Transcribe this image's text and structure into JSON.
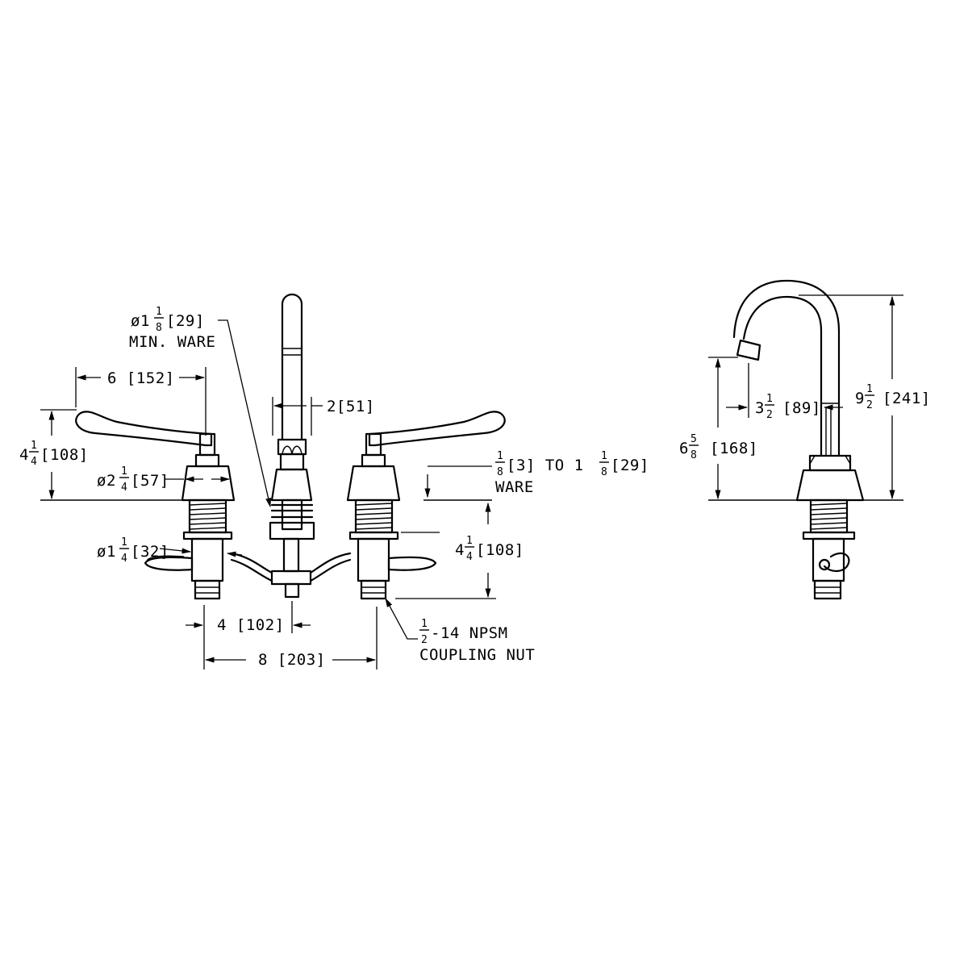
{
  "colors": {
    "line": "#000000",
    "background": "#ffffff"
  },
  "dims": {
    "ware_dia": {
      "prefix": "ø1",
      "num": "1",
      "den": "8",
      "suffix": "[29]",
      "note": "MIN. WARE"
    },
    "handle_reach": "6 [152]",
    "handle_height": {
      "whole": "4",
      "num": "1",
      "den": "4",
      "suffix": "[108]"
    },
    "spout_dia": "2[51]",
    "escutcheon_dia": {
      "prefix": "ø2",
      "num": "1",
      "den": "4",
      "suffix": "[57]"
    },
    "shank_dia": {
      "prefix": "ø1",
      "num": "1",
      "den": "4",
      "suffix": "[32]"
    },
    "ware_thickness": {
      "num1": "1",
      "den1": "8",
      "mid": "[3] TO 1",
      "num2": "1",
      "den2": "8",
      "suffix": "[29]",
      "note": "WARE"
    },
    "shank_length": {
      "whole": "4",
      "num": "1",
      "den": "4",
      "suffix": "[108]"
    },
    "center_to_spout": "4 [102]",
    "center_to_center": "8 [203]",
    "coupling": {
      "num": "1",
      "den": "2",
      "suffix": "-14 NPSM",
      "note": "COUPLING NUT"
    },
    "spout_reach": {
      "whole": "3",
      "num": "1",
      "den": "2",
      "suffix": "[89]"
    },
    "spout_height": {
      "whole": "9",
      "num": "1",
      "den": "2",
      "suffix": "[241]"
    },
    "outlet_height": {
      "whole": "6",
      "num": "5",
      "den": "8",
      "suffix": "[168]"
    }
  }
}
